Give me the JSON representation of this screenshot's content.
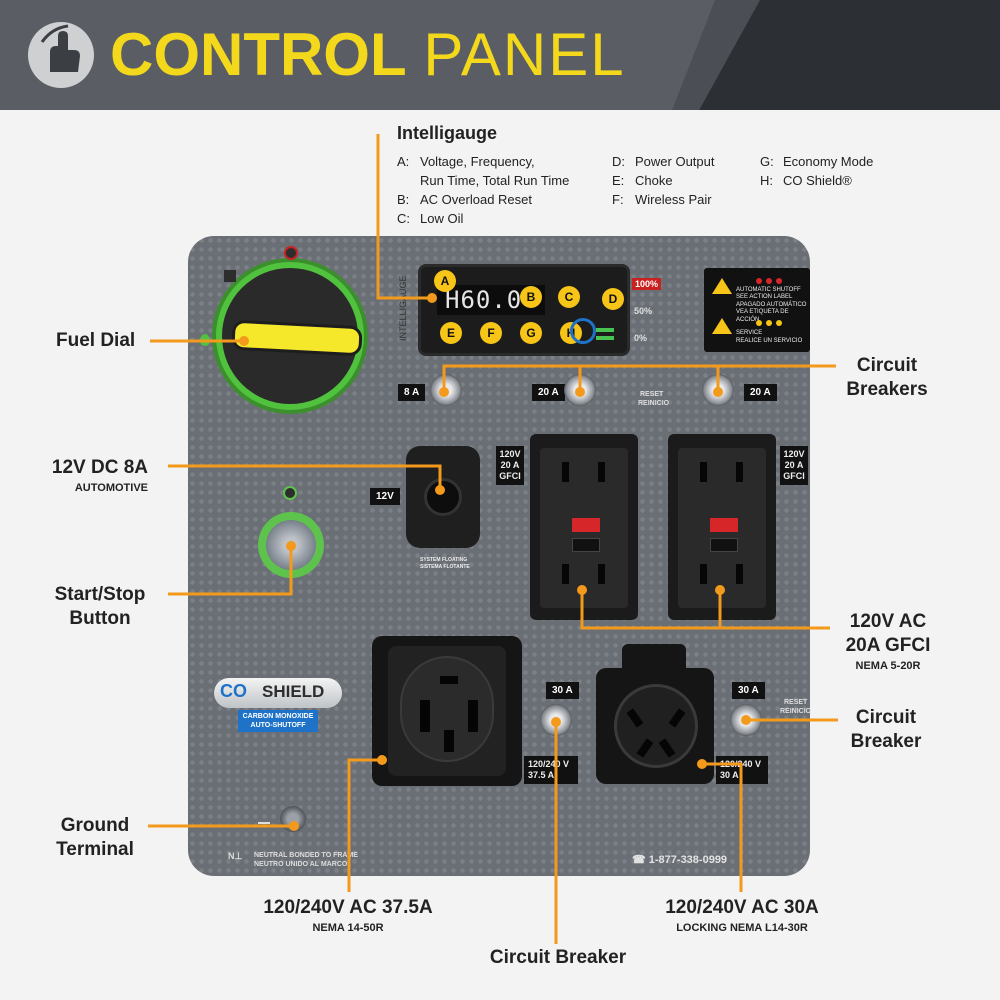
{
  "header": {
    "title_bold": "CONTROL",
    "title_light": "PANEL",
    "accent": "#f4d81b",
    "logo_icon": "hand-touch-icon"
  },
  "intelligauge": {
    "title": "Intelligauge",
    "items": [
      {
        "key": "A:",
        "text": "Voltage, Frequency,"
      },
      {
        "key": "",
        "text": "Run Time, Total Run Time"
      },
      {
        "key": "B:",
        "text": "AC Overload Reset"
      },
      {
        "key": "C:",
        "text": "Low Oil"
      },
      {
        "key": "D:",
        "text": "Power Output"
      },
      {
        "key": "E:",
        "text": "Choke"
      },
      {
        "key": "F:",
        "text": "Wireless Pair"
      },
      {
        "key": "G:",
        "text": "Economy Mode"
      },
      {
        "key": "H:",
        "text": "CO Shield®"
      }
    ]
  },
  "display": {
    "side_label": "INTELLIGAUGE",
    "readout": "H60.0",
    "letters": [
      "A",
      "B",
      "C",
      "D",
      "E",
      "F",
      "G",
      "H"
    ],
    "pct_100": "100%",
    "pct_50": "50%",
    "pct_0": "0%"
  },
  "warning_label": {
    "line1": "AUTOMATIC SHUTOFF",
    "line2": "SEE ACTION LABEL",
    "line3": "APAGADO AUTOMÁTICO",
    "line4": "VEA ETIQUETA DE ACCIÓN",
    "line5": "SERVICE",
    "line6": "REALICE UN SERVICIO",
    "status_colors": [
      "#d7262a",
      "#f7c418"
    ]
  },
  "callouts": {
    "fuel_dial": "Fuel Dial",
    "dc_title": "12V DC 8A",
    "dc_sub": "AUTOMOTIVE",
    "start_stop_1": "Start/Stop",
    "start_stop_2": "Button",
    "ground_1": "Ground",
    "ground_2": "Terminal",
    "breakers_top_1": "Circuit",
    "breakers_top_2": "Breakers",
    "gfci_1": "120V AC",
    "gfci_2": "20A GFCI",
    "gfci_sub": "NEMA 5-20R",
    "breaker_right_1": "Circuit",
    "breaker_right_2": "Breaker",
    "out50_title": "120/240V AC 37.5A",
    "out50_sub": "NEMA 14-50R",
    "breaker_bottom": "Circuit Breaker",
    "out30_title": "120/240V AC 30A",
    "out30_sub": "LOCKING NEMA L14-30R"
  },
  "panel": {
    "amp_8": "8 A",
    "amp_20a": "20 A",
    "amp_20b": "20 A",
    "amp_30a": "30 A",
    "amp_30b": "30 A",
    "reset_1": "RESET",
    "reset_2": "REINICIO",
    "dc_label": "12V",
    "floating_1": "SYSTEM FLOATING",
    "floating_2": "SISTEMA FLOTANTE",
    "gfci_spec_1": "120V",
    "gfci_spec_2": "20 A",
    "gfci_spec_3": "GFCI",
    "out50_spec_1": "120/240 V",
    "out50_spec_2": "37.5 A",
    "out30_spec_1": "120/240 V",
    "out30_spec_2": "30 A",
    "coshield_co": "CO",
    "coshield_name": "SHIELD",
    "coshield_sub_1": "CARBON MONOXIDE",
    "coshield_sub_2": "AUTO-SHUTOFF",
    "neutral_1": "NEUTRAL BONDED TO FRAME",
    "neutral_2": "NEUTRO UNIDO AL MARCO",
    "phone": "1-877-338-0999"
  }
}
